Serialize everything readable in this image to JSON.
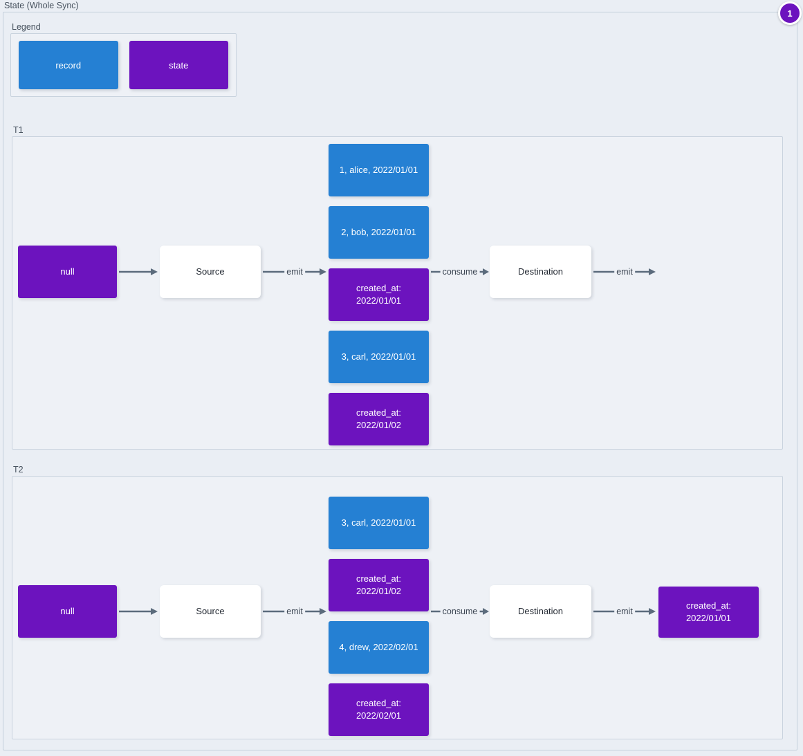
{
  "title": "State (Whole Sync)",
  "badge": {
    "count": "1"
  },
  "legend": {
    "label": "Legend",
    "items": [
      {
        "name": "record",
        "label": "record",
        "color": "#2580d3"
      },
      {
        "name": "state",
        "label": "state",
        "color": "#6c13be"
      }
    ]
  },
  "colors": {
    "record": "#2580d3",
    "state": "#6c13be",
    "plain": "#ffffff",
    "background": "#eaeef4",
    "panel": "#eef1f6",
    "border": "#c9d3de",
    "arrow": "#5b6b7c",
    "text": "#3c4653"
  },
  "sections": [
    {
      "label": "T1",
      "initial_state": "null",
      "source": "Source",
      "destination": "Destination",
      "arrows": {
        "state_to_source": "",
        "source_to_records": "emit",
        "records_to_destination": "consume",
        "destination_out": "emit"
      },
      "stack": [
        {
          "kind": "record",
          "text": "1, alice, 2022/01/01"
        },
        {
          "kind": "record",
          "text": "2, bob, 2022/01/01"
        },
        {
          "kind": "state",
          "text": "created_at:\n2022/01/01"
        },
        {
          "kind": "record",
          "text": "3, carl, 2022/01/01"
        },
        {
          "kind": "state",
          "text": "created_at:\n2022/01/02"
        }
      ],
      "final_state": null
    },
    {
      "label": "T2",
      "initial_state": "null",
      "source": "Source",
      "destination": "Destination",
      "arrows": {
        "state_to_source": "",
        "source_to_records": "emit",
        "records_to_destination": "consume",
        "destination_out": "emit"
      },
      "stack": [
        {
          "kind": "record",
          "text": "3, carl, 2022/01/01"
        },
        {
          "kind": "state",
          "text": "created_at:\n2022/01/02"
        },
        {
          "kind": "record",
          "text": "4, drew, 2022/02/01"
        },
        {
          "kind": "state",
          "text": "created_at:\n2022/02/01"
        }
      ],
      "final_state": "created_at:\n2022/01/01"
    }
  ]
}
